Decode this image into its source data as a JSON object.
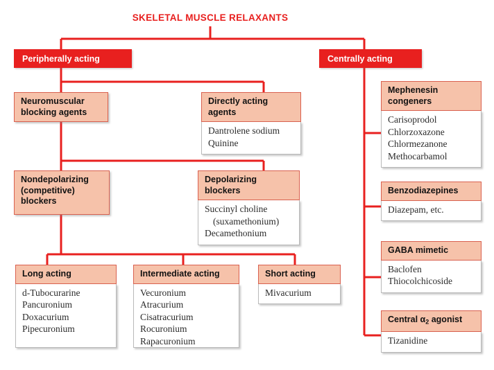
{
  "title": "SKELETAL MUSCLE RELAXANTS",
  "colors": {
    "accent_red": "#e8201f",
    "header_fill": "#f6c2aa",
    "header_border": "#d9604f",
    "body_fill": "#ffffff",
    "body_border": "#b9b9b9",
    "body_text": "#2b2b2b"
  },
  "branches": {
    "peripheral": "Peripherally acting",
    "central": "Centrally acting"
  },
  "cards": {
    "neuromuscular": {
      "header": "Neuromuscular blocking agents",
      "header_line1": "Neuromuscular",
      "header_line2": "blocking agents",
      "drugs": []
    },
    "directly_acting": {
      "header": "Directly acting agents",
      "header_line1": "Directly acting",
      "header_line2": "agents",
      "drugs": [
        "Dantrolene sodium",
        "Quinine"
      ]
    },
    "nondepolarizing": {
      "header": "Nondepolarizing (competitive) blockers",
      "header_line1": "Nondepolarizing",
      "header_line2": "(competitive)",
      "header_line3": "blockers",
      "drugs": []
    },
    "depolarizing": {
      "header": "Depolarizing blockers",
      "header_line1": "Depolarizing",
      "header_line2": "blockers",
      "drugs": [
        "Succinyl choline",
        "(suxamethonium)",
        "Decamethonium"
      ],
      "indented": [
        false,
        true,
        false
      ]
    },
    "long_acting": {
      "header": "Long acting",
      "drugs": [
        "d-Tubocurarine",
        "Pancuronium",
        "Doxacurium",
        "Pipecuronium"
      ]
    },
    "intermediate_acting": {
      "header": "Intermediate acting",
      "drugs": [
        "Vecuronium",
        "Atracurium",
        "Cisatracurium",
        "Rocuronium",
        "Rapacuronium"
      ]
    },
    "short_acting": {
      "header": "Short acting",
      "drugs": [
        "Mivacurium"
      ]
    },
    "mephenesin": {
      "header": "Mephenesin congeners",
      "header_line1": "Mephenesin",
      "header_line2": "congeners",
      "drugs": [
        "Carisoprodol",
        "Chlorzoxazone",
        "Chlormezanone",
        "Methocarbamol"
      ]
    },
    "benzodiazepines": {
      "header": "Benzodiazepines",
      "drugs": [
        "Diazepam, etc."
      ]
    },
    "gaba_mimetic": {
      "header": "GABA mimetic",
      "drugs": [
        "Baclofen",
        "Thiocolchicoside"
      ]
    },
    "central_alpha2": {
      "header_pre": "Central ",
      "header_greek": "α",
      "header_sub": "2",
      "header_post": " agonist",
      "header": "Central α2 agonist",
      "drugs": [
        "Tizanidine"
      ]
    }
  }
}
